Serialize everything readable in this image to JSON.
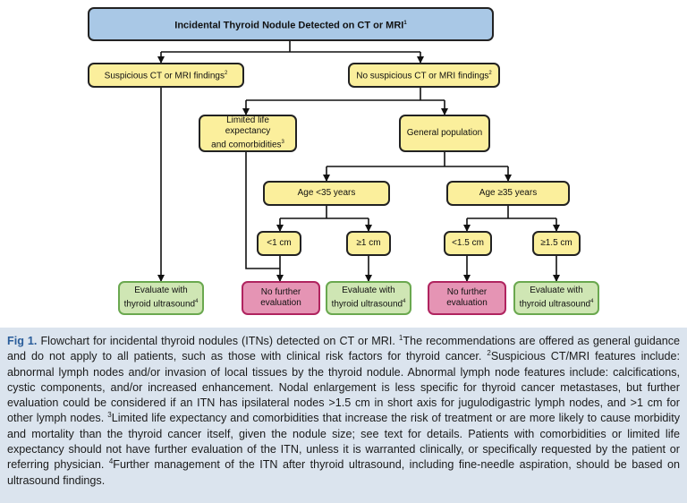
{
  "flowchart": {
    "top": {
      "text": "Incidental Thyroid Nodule Detected on CT or MRI",
      "sup": "1"
    },
    "suspicious": {
      "text": "Suspicious CT or MRI findings",
      "sup": "2"
    },
    "no_suspicious": {
      "text": "No suspicious CT or MRI findings",
      "sup": "2"
    },
    "limited": {
      "text": "Limited life expectancy\nand comorbidities",
      "sup": "3"
    },
    "general": {
      "text": "General population"
    },
    "age_lt35": {
      "text": "Age <35 years"
    },
    "age_ge35": {
      "text": "Age ≥35 years"
    },
    "lt1": {
      "text": "<1 cm"
    },
    "ge1": {
      "text": "≥1 cm"
    },
    "lt15": {
      "text": "<1.5 cm"
    },
    "ge15": {
      "text": "≥1.5 cm"
    },
    "eval1": {
      "text": "Evaluate with\nthyroid ultrasound",
      "sup": "4"
    },
    "nofurther1": {
      "text": "No further\nevaluation"
    },
    "eval2": {
      "text": "Evaluate with\nthyroid ultrasound",
      "sup": "4"
    },
    "nofurther2": {
      "text": "No further\nevaluation"
    },
    "eval3": {
      "text": "Evaluate with\nthyroid ultrasound",
      "sup": "4"
    }
  },
  "caption": {
    "label": "Fig 1.",
    "p1": " Flowchart for incidental thyroid nodules (ITNs) detected on CT or MRI. ",
    "s1": "1",
    "p2": "The recommendations are offered as general guidance and do not apply to all patients, such as those with clinical risk factors for thyroid cancer. ",
    "s2": "2",
    "p3": "Suspicious CT/MRI features include: abnormal lymph nodes and/or invasion of local tissues by the thyroid nodule. Abnormal lymph node features include: calcifications, cystic components, and/or increased enhancement. Nodal enlargement is less specific for thyroid cancer metastases, but further evaluation could be considered if an ITN has ipsilateral nodes >1.5 cm in short axis for jugulodigastric lymph nodes, and >1 cm for other lymph nodes. ",
    "s3": "3",
    "p4": "Limited life expectancy and comorbidities that increase the risk of treatment or are more likely to cause morbidity and mortality than the thyroid cancer itself, given the nodule size; see text for details. Patients with comorbidities or limited life expectancy should not have further evaluation of the ITN, unless it is warranted clinically, or specifically requested by the patient or referring physician. ",
    "s4": "4",
    "p5": "Further management of the ITN after thyroid ultrasound, including fine-needle aspiration, should be based on ultrasound findings."
  }
}
